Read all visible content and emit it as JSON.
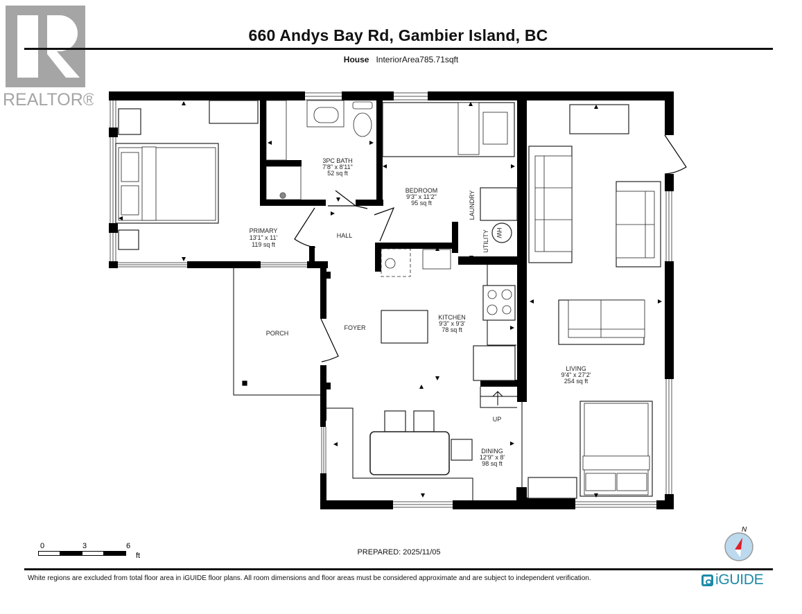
{
  "header": {
    "brand_logo": "realtor-logo",
    "brand_text": "REALTOR®",
    "title": "660 Andys Bay Rd, Gambier Island, BC",
    "property_type": "House",
    "interior_area": "InteriorArea785.71sqft"
  },
  "rooms": [
    {
      "name": "PRIMARY",
      "dims": "13'1\" x 11'",
      "area": "119 sq ft"
    },
    {
      "name": "3PC BATH",
      "dims": "7'8\" x 8'11\"",
      "area": "52 sq ft"
    },
    {
      "name": "BEDROOM",
      "dims": "9'3\" x 11'2\"",
      "area": "95 sq ft"
    },
    {
      "name": "LAUNDRY"
    },
    {
      "name": "UTILITY"
    },
    {
      "name": "HALL"
    },
    {
      "name": "PORCH"
    },
    {
      "name": "FOYER"
    },
    {
      "name": "KITCHEN",
      "dims": "9'3\" x 9'3'",
      "area": "78 sq ft"
    },
    {
      "name": "DINING",
      "dims": "12'9\" x 8'",
      "area": "98 sq ft"
    },
    {
      "name": "LIVING",
      "dims": "9'4\" x 27'2'",
      "area": "254 sq ft"
    }
  ],
  "fixtures": {
    "stairs_label": "UP",
    "water_heater_label": "HW"
  },
  "scale_bar": {
    "ticks": [
      "0",
      "3",
      "6"
    ],
    "unit": "ft"
  },
  "footer": {
    "prepared": "PREPARED: 2025/11/05",
    "disclaimer": "White regions are excluded from total floor area in iGUIDE floor plans. All room dimensions and floor areas must be considered approximate and are subject to independent verification.",
    "compass_label": "N",
    "brand": "iGUIDE"
  },
  "colors": {
    "wall": "#000000",
    "logo_gray": "#a5a5a5",
    "iguide_teal": "#1c8aa8",
    "compass_red": "#e0202a",
    "compass_blue": "#bcd9ee"
  }
}
